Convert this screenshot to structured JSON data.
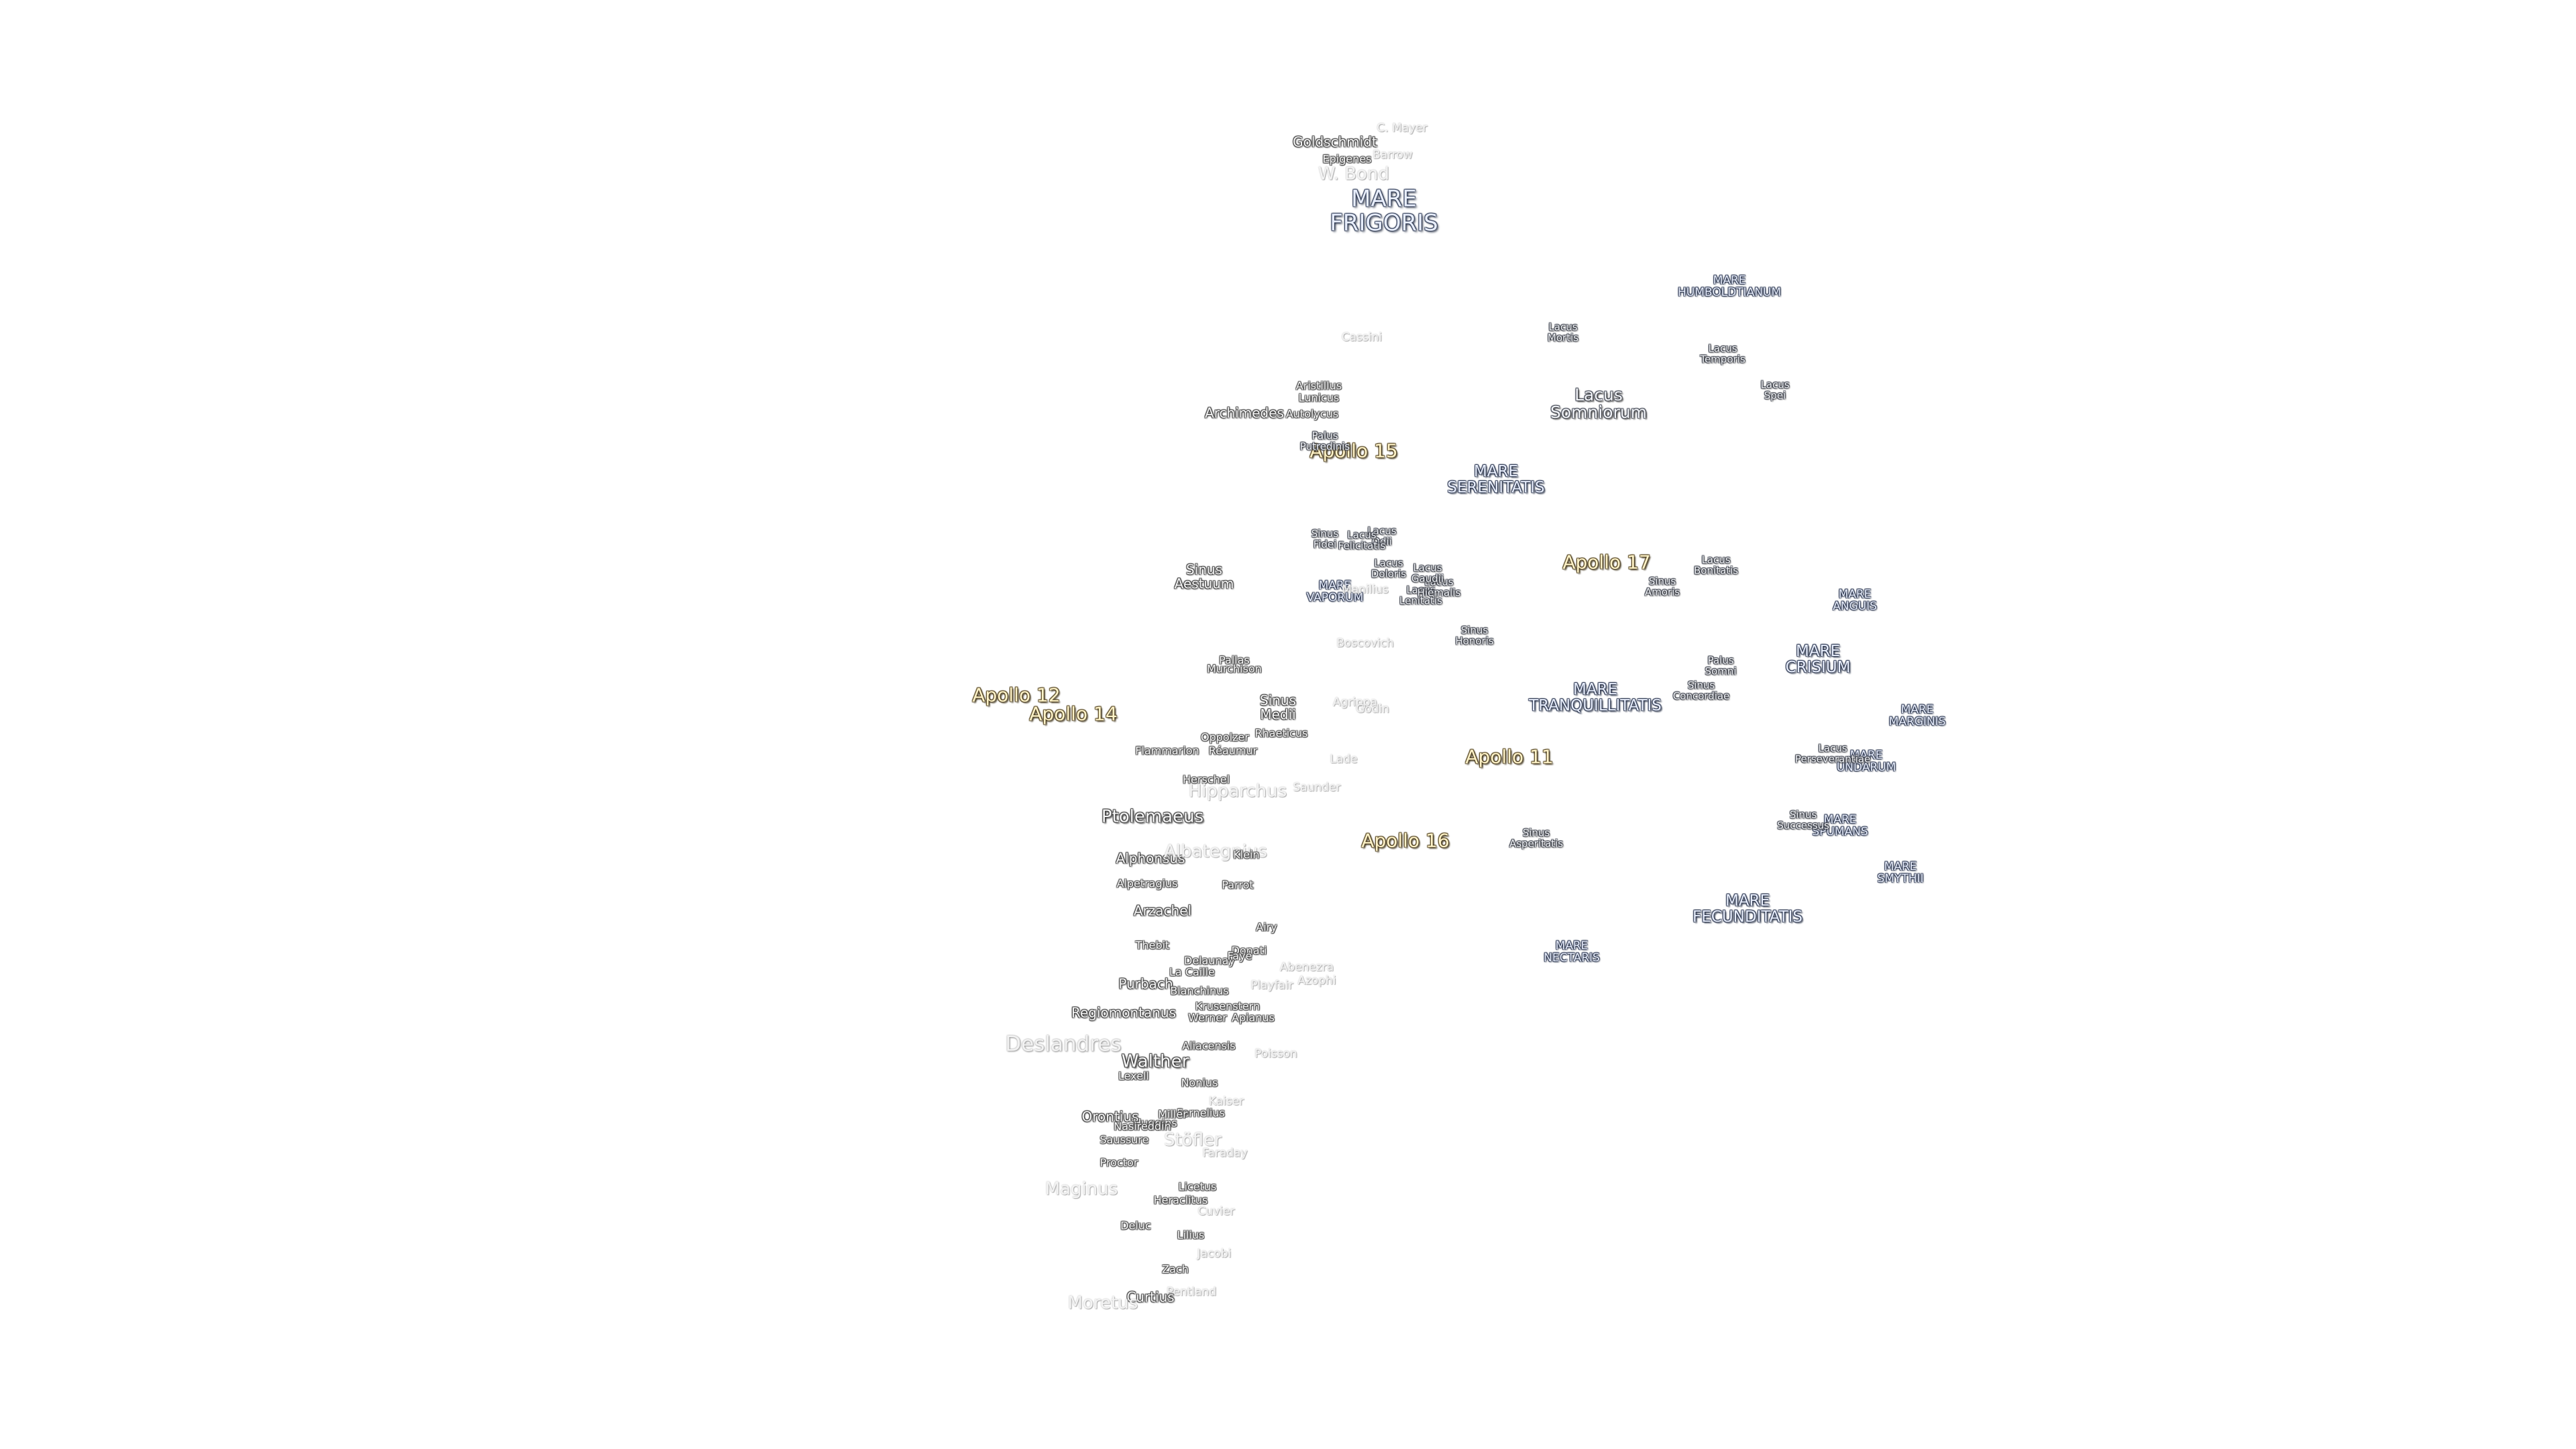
{
  "labels": [
    {
      "id": "apollo-11",
      "text": [
        "Apollo 11"
      ],
      "kind": "apollo-site",
      "icon": "landing-site-marker"
    },
    {
      "id": "apollo-12",
      "text": [
        "Apollo 12"
      ],
      "kind": "apollo-site",
      "icon": "landing-site-marker"
    },
    {
      "id": "apollo-14",
      "text": [
        "Apollo 14"
      ],
      "kind": "apollo-site",
      "icon": "landing-site-marker"
    },
    {
      "id": "apollo-15",
      "text": [
        "Apollo 15"
      ],
      "kind": "apollo-site",
      "icon": "landing-site-marker"
    },
    {
      "id": "apollo-16",
      "text": [
        "Apollo 16"
      ],
      "kind": "apollo-site",
      "icon": "landing-site-marker"
    },
    {
      "id": "apollo-17",
      "text": [
        "Apollo 17"
      ],
      "kind": "apollo-site",
      "icon": "landing-site-marker"
    },
    {
      "id": "mare-frigoris",
      "text": [
        "MARE",
        "FRIGORIS"
      ],
      "kind": "mare-major"
    },
    {
      "id": "mare-serenitatis",
      "text": [
        "MARE",
        "SERENITATIS"
      ],
      "kind": "mare"
    },
    {
      "id": "mare-tranquillitatis",
      "text": [
        "MARE",
        "TRANQUILLITATIS"
      ],
      "kind": "mare"
    },
    {
      "id": "mare-crisium",
      "text": [
        "MARE",
        "CRISIUM"
      ],
      "kind": "mare"
    },
    {
      "id": "mare-fecunditatis",
      "text": [
        "MARE",
        "FECUNDITATIS"
      ],
      "kind": "mare"
    },
    {
      "id": "mare-nectaris",
      "text": [
        "MARE",
        "NECTARIS"
      ],
      "kind": "mare-small"
    },
    {
      "id": "mare-vaporum",
      "text": [
        "MARE",
        "VAPORUM"
      ],
      "kind": "mare-small"
    },
    {
      "id": "mare-humboldtianum",
      "text": [
        "MARE",
        "HUMBOLDTIANUM"
      ],
      "kind": "mare-small"
    },
    {
      "id": "mare-anguis",
      "text": [
        "MARE",
        "ANGUIS"
      ],
      "kind": "mare-small"
    },
    {
      "id": "mare-marginis",
      "text": [
        "MARE",
        "MARGINIS"
      ],
      "kind": "mare-small"
    },
    {
      "id": "mare-undarum",
      "text": [
        "MARE",
        "UNDARUM"
      ],
      "kind": "mare-small"
    },
    {
      "id": "mare-spumans",
      "text": [
        "MARE",
        "SPUMANS"
      ],
      "kind": "mare-small"
    },
    {
      "id": "mare-smythii",
      "text": [
        "MARE",
        "SMYTHII"
      ],
      "kind": "mare-small"
    },
    {
      "id": "lacus-somniorum",
      "text": [
        "Lacus",
        "Somniorum"
      ],
      "kind": "lacus"
    },
    {
      "id": "lacus-mortis",
      "text": [
        "Lacus",
        "Mortis"
      ],
      "kind": "small"
    },
    {
      "id": "lacus-temporis",
      "text": [
        "Lacus",
        "Temporis"
      ],
      "kind": "small"
    },
    {
      "id": "lacus-spei",
      "text": [
        "Lacus",
        "Spei"
      ],
      "kind": "small"
    },
    {
      "id": "lacus-bonitatis",
      "text": [
        "Lacus",
        "Bonitatis"
      ],
      "kind": "small"
    },
    {
      "id": "lacus-doloris",
      "text": [
        "Lacus",
        "Doloris"
      ],
      "kind": "small"
    },
    {
      "id": "lacus-lenitatis",
      "text": [
        "Lacus",
        "Lenitatis"
      ],
      "kind": "small"
    },
    {
      "id": "lacus-odii",
      "text": [
        "Lacus",
        "Odii"
      ],
      "kind": "small"
    },
    {
      "id": "lacus-felicitatis",
      "text": [
        "Lacus",
        "Felicitatis"
      ],
      "kind": "small"
    },
    {
      "id": "lacus-hiemalis",
      "text": [
        "Lacus",
        "Hiemalis"
      ],
      "kind": "small"
    },
    {
      "id": "lacus-gaudii",
      "text": [
        "Lacus",
        "Gaudii"
      ],
      "kind": "small"
    },
    {
      "id": "lacus-perseverantiae",
      "text": [
        "Lacus",
        "Perseverantiae"
      ],
      "kind": "small"
    },
    {
      "id": "sinus-aestuum",
      "text": [
        "Sinus",
        "Aestuum"
      ],
      "kind": "crater"
    },
    {
      "id": "sinus-medii",
      "text": [
        "Sinus",
        "Medii"
      ],
      "kind": "crater"
    },
    {
      "id": "sinus-amoris",
      "text": [
        "Sinus",
        "Amoris"
      ],
      "kind": "small"
    },
    {
      "id": "sinus-honoris",
      "text": [
        "Sinus",
        "Honoris"
      ],
      "kind": "small"
    },
    {
      "id": "sinus-asperitatis",
      "text": [
        "Sinus",
        "Asperitatis"
      ],
      "kind": "small"
    },
    {
      "id": "sinus-concordiae",
      "text": [
        "Sinus",
        "Concordiae"
      ],
      "kind": "small"
    },
    {
      "id": "sinus-fidei",
      "text": [
        "Sinus",
        "Fidei"
      ],
      "kind": "small"
    },
    {
      "id": "sinus-successus",
      "text": [
        "Sinus",
        "Successus"
      ],
      "kind": "small"
    },
    {
      "id": "palus-somni",
      "text": [
        "Palus",
        "Somni"
      ],
      "kind": "small"
    },
    {
      "id": "palus-putredinis",
      "text": [
        "Palus",
        "Putredinis"
      ],
      "kind": "small"
    },
    {
      "id": "goldschmidt",
      "text": [
        "Goldschmidt"
      ],
      "kind": "crater"
    },
    {
      "id": "epigenes",
      "text": [
        "Epigenes"
      ],
      "kind": "crater-small"
    },
    {
      "id": "w-bond",
      "text": [
        "W. Bond"
      ],
      "kind": "faint-large"
    },
    {
      "id": "barrow",
      "text": [
        "Barrow"
      ],
      "kind": "faint"
    },
    {
      "id": "christian-mayer",
      "text": [
        "C. Mayer"
      ],
      "kind": "faint"
    },
    {
      "id": "cassini",
      "text": [
        "Cassini"
      ],
      "kind": "faint"
    },
    {
      "id": "archimedes",
      "text": [
        "Archimedes"
      ],
      "kind": "crater"
    },
    {
      "id": "aristillus",
      "text": [
        "Aristillus"
      ],
      "kind": "crater-small"
    },
    {
      "id": "autolycus",
      "text": [
        "Autolycus"
      ],
      "kind": "crater-small"
    },
    {
      "id": "lunicus",
      "text": [
        "Lunicus"
      ],
      "kind": "crater-small"
    },
    {
      "id": "boscovich",
      "text": [
        "Boscovich"
      ],
      "kind": "faint"
    },
    {
      "id": "manilius",
      "text": [
        "Manilius"
      ],
      "kind": "faint"
    },
    {
      "id": "murchison",
      "text": [
        "Murchison"
      ],
      "kind": "crater-small"
    },
    {
      "id": "pallas",
      "text": [
        "Pallas"
      ],
      "kind": "crater-small"
    },
    {
      "id": "agrippa",
      "text": [
        "Agrippa"
      ],
      "kind": "faint"
    },
    {
      "id": "godin",
      "text": [
        "Godin"
      ],
      "kind": "faint"
    },
    {
      "id": "oppolzer",
      "text": [
        "Oppolzer"
      ],
      "kind": "crater-small"
    },
    {
      "id": "reaumur",
      "text": [
        "Réaumur"
      ],
      "kind": "crater-small"
    },
    {
      "id": "rhaeticus",
      "text": [
        "Rhaeticus"
      ],
      "kind": "crater-small"
    },
    {
      "id": "flammarion",
      "text": [
        "Flammarion"
      ],
      "kind": "crater-small"
    },
    {
      "id": "herschel",
      "text": [
        "Herschel"
      ],
      "kind": "crater-small"
    },
    {
      "id": "lade",
      "text": [
        "Lade"
      ],
      "kind": "faint"
    },
    {
      "id": "hipparchus",
      "text": [
        "Hipparchus"
      ],
      "kind": "faint-large"
    },
    {
      "id": "saunder",
      "text": [
        "Saunder"
      ],
      "kind": "faint"
    },
    {
      "id": "ptolemaeus",
      "text": [
        "Ptolemaeus"
      ],
      "kind": "crater-large"
    },
    {
      "id": "alphonsus",
      "text": [
        "Alphonsus"
      ],
      "kind": "crater"
    },
    {
      "id": "albategnius",
      "text": [
        "Albategnius"
      ],
      "kind": "faint-large"
    },
    {
      "id": "klein",
      "text": [
        "Klein"
      ],
      "kind": "crater-small"
    },
    {
      "id": "alpetragius",
      "text": [
        "Alpetragius"
      ],
      "kind": "crater-small"
    },
    {
      "id": "parrot",
      "text": [
        "Parrot"
      ],
      "kind": "crater-small"
    },
    {
      "id": "arzachel",
      "text": [
        "Arzachel"
      ],
      "kind": "crater"
    },
    {
      "id": "airy",
      "text": [
        "Airy"
      ],
      "kind": "crater-small"
    },
    {
      "id": "thebit",
      "text": [
        "Thebit"
      ],
      "kind": "crater-small"
    },
    {
      "id": "donati",
      "text": [
        "Donati"
      ],
      "kind": "crater-small"
    },
    {
      "id": "delaunay",
      "text": [
        "Delaunay"
      ],
      "kind": "crater-small"
    },
    {
      "id": "faye",
      "text": [
        "Faye"
      ],
      "kind": "crater-small"
    },
    {
      "id": "la-caille",
      "text": [
        "La Caille"
      ],
      "kind": "crater-small"
    },
    {
      "id": "abenezra",
      "text": [
        "Abenezra"
      ],
      "kind": "faint"
    },
    {
      "id": "azophi",
      "text": [
        "Azophi"
      ],
      "kind": "faint"
    },
    {
      "id": "purbach",
      "text": [
        "Purbach"
      ],
      "kind": "crater"
    },
    {
      "id": "blanchinus",
      "text": [
        "Blanchinus"
      ],
      "kind": "crater-small"
    },
    {
      "id": "playfair",
      "text": [
        "Playfair"
      ],
      "kind": "faint"
    },
    {
      "id": "regiomontanus",
      "text": [
        "Regiomontanus"
      ],
      "kind": "crater"
    },
    {
      "id": "krusenstern",
      "text": [
        "Krusenstern"
      ],
      "kind": "crater-small"
    },
    {
      "id": "werner",
      "text": [
        "Werner"
      ],
      "kind": "crater-small"
    },
    {
      "id": "apianus",
      "text": [
        "Apianus"
      ],
      "kind": "crater-small"
    },
    {
      "id": "deslandres",
      "text": [
        "Deslandres"
      ],
      "kind": "faint-xl"
    },
    {
      "id": "aliacensis",
      "text": [
        "Aliacensis"
      ],
      "kind": "crater-small"
    },
    {
      "id": "walther",
      "text": [
        "Walther"
      ],
      "kind": "crater-large"
    },
    {
      "id": "poisson",
      "text": [
        "Poisson"
      ],
      "kind": "faint"
    },
    {
      "id": "lexell",
      "text": [
        "Lexell"
      ],
      "kind": "crater-small"
    },
    {
      "id": "nonius",
      "text": [
        "Nonius"
      ],
      "kind": "crater-small"
    },
    {
      "id": "kaiser",
      "text": [
        "Kaiser"
      ],
      "kind": "faint"
    },
    {
      "id": "fernelius",
      "text": [
        "Fernelius"
      ],
      "kind": "crater-small"
    },
    {
      "id": "orontius",
      "text": [
        "Orontius"
      ],
      "kind": "crater"
    },
    {
      "id": "miller",
      "text": [
        "Miller"
      ],
      "kind": "crater-small"
    },
    {
      "id": "huggins",
      "text": [
        "Huggins"
      ],
      "kind": "crater-small"
    },
    {
      "id": "nasireddin",
      "text": [
        "Nasireddin"
      ],
      "kind": "crater-small"
    },
    {
      "id": "saussure",
      "text": [
        "Saussure"
      ],
      "kind": "crater-small"
    },
    {
      "id": "stofler",
      "text": [
        "Stöfler"
      ],
      "kind": "faint-large"
    },
    {
      "id": "faraday",
      "text": [
        "Faraday"
      ],
      "kind": "faint"
    },
    {
      "id": "proctor",
      "text": [
        "Proctor"
      ],
      "kind": "crater-small"
    },
    {
      "id": "maginus",
      "text": [
        "Maginus"
      ],
      "kind": "faint-large"
    },
    {
      "id": "licetus",
      "text": [
        "Licetus"
      ],
      "kind": "crater-small"
    },
    {
      "id": "heraclitus",
      "text": [
        "Heraclitus"
      ],
      "kind": "crater-small"
    },
    {
      "id": "cuvier",
      "text": [
        "Cuvier"
      ],
      "kind": "faint"
    },
    {
      "id": "delue",
      "text": [
        "Deluc"
      ],
      "kind": "crater-small"
    },
    {
      "id": "lilius",
      "text": [
        "Lilius"
      ],
      "kind": "crater-small"
    },
    {
      "id": "jacobi",
      "text": [
        "Jacobi"
      ],
      "kind": "faint"
    },
    {
      "id": "zach",
      "text": [
        "Zach"
      ],
      "kind": "crater-small"
    },
    {
      "id": "pentland",
      "text": [
        "Pentland"
      ],
      "kind": "faint"
    },
    {
      "id": "curtius",
      "text": [
        "Curtius"
      ],
      "kind": "crater"
    },
    {
      "id": "moretus",
      "text": [
        "Moretus"
      ],
      "kind": "faint-large"
    }
  ]
}
